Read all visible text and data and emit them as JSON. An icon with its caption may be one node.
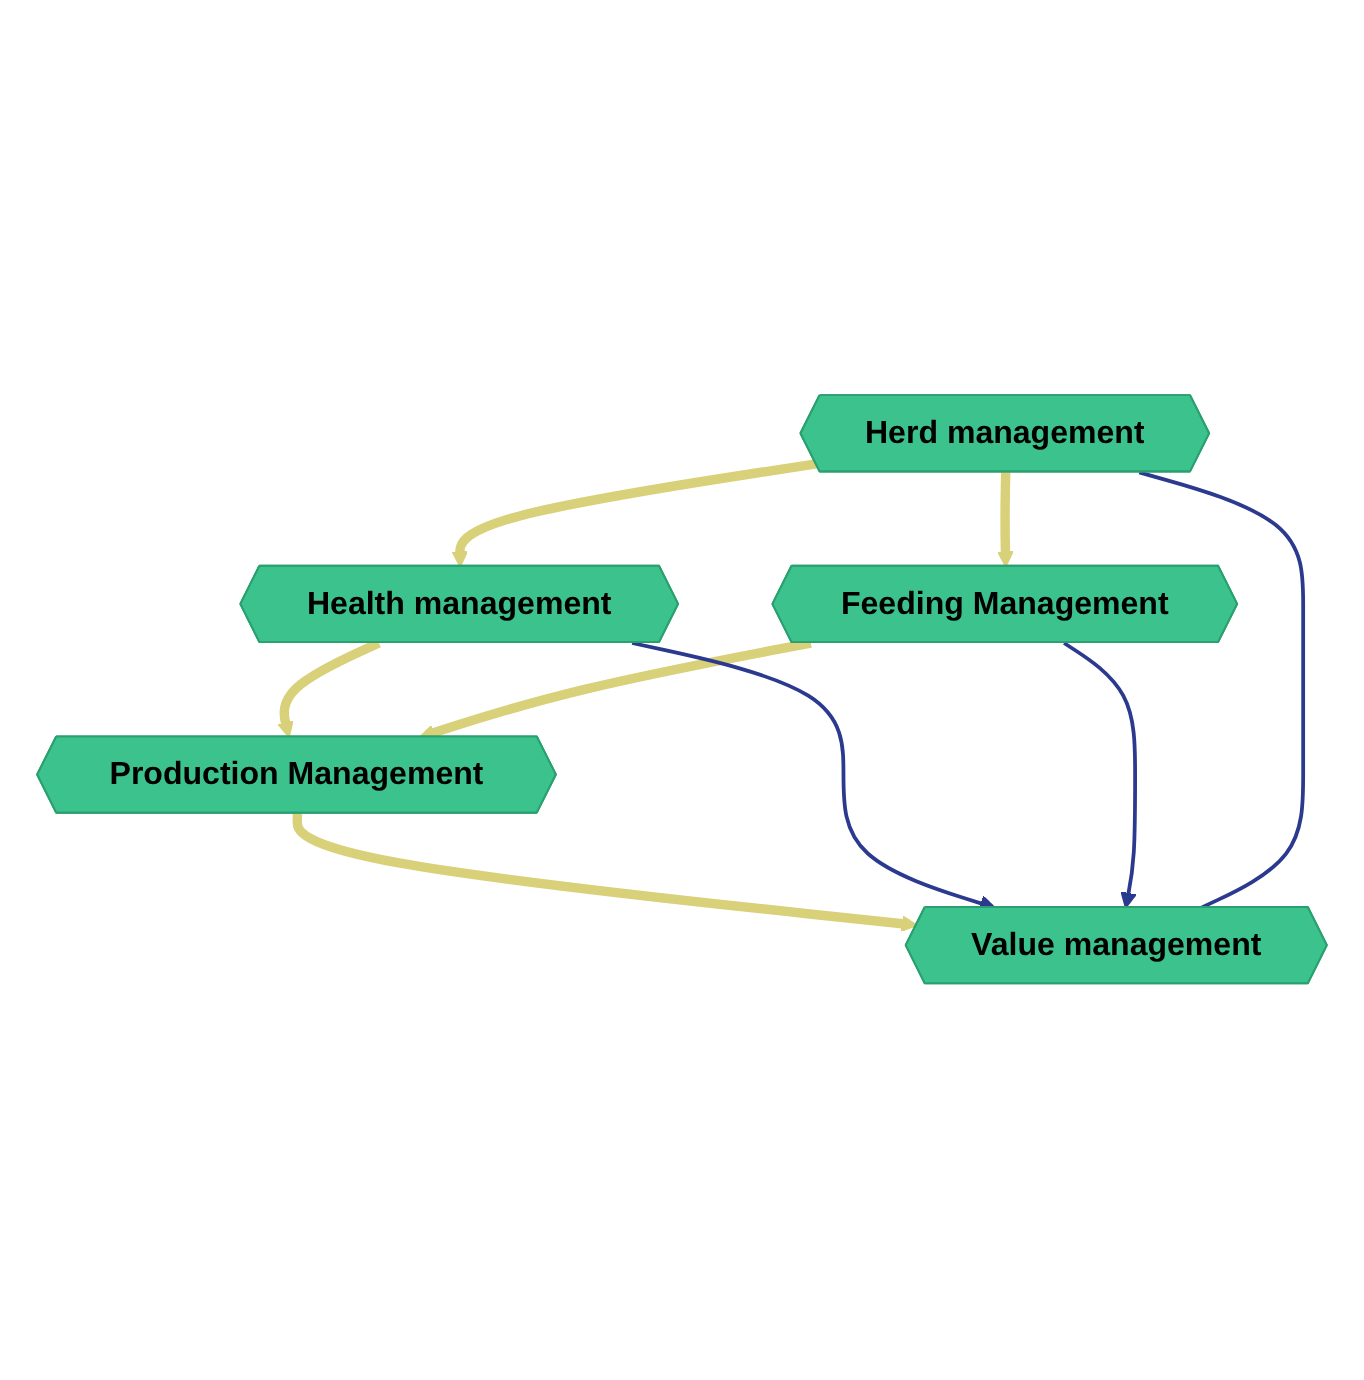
{
  "diagram": {
    "nodes": [
      {
        "text": [
          "Health management"
        ]
      },
      {
        "text": [
          "Herd management"
        ]
      },
      {
        "text": [
          "Value management"
        ]
      },
      {
        "text": [
          "Production Management"
        ]
      },
      {
        "text": [
          "Feeding Management"
        ]
      }
    ],
    "edges": [
      {
        "from": 1,
        "to": 0,
        "arrow": "to"
      },
      {
        "from": 0,
        "to": 3,
        "arrow": "to"
      },
      {
        "from": 3,
        "to": 2,
        "arrow": "to"
      },
      {
        "from": 1,
        "to": 4,
        "arrow": "to"
      },
      {
        "from": 4,
        "to": 3,
        "arrow": "to"
      },
      {
        "from": 0,
        "to": 2,
        "arrow": "to",
        "color": "#2b3a8f"
      },
      {
        "from": 4,
        "to": 2,
        "arrow": "to",
        "color": "#2b3a8f"
      },
      {
        "from": 1,
        "to": 2,
        "arrow": "none",
        "color": "#2b3a8f"
      }
    ]
  }
}
